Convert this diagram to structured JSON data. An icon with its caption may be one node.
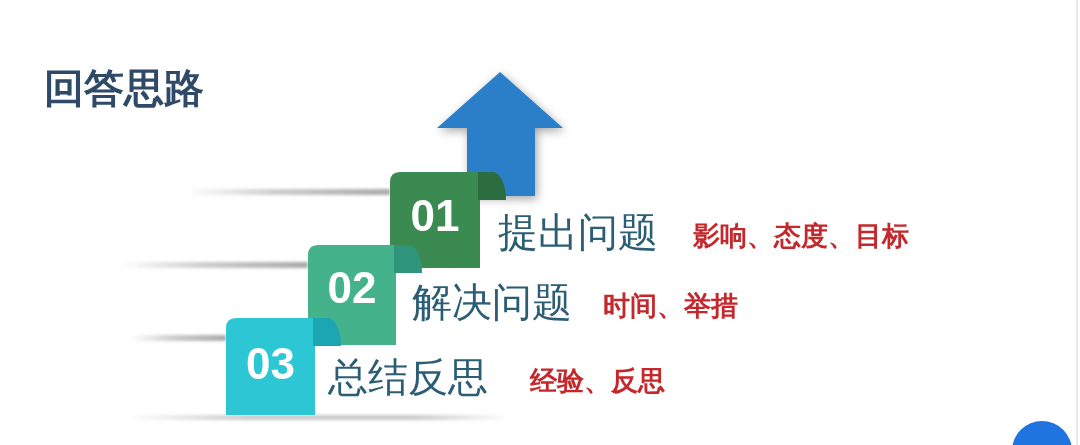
{
  "diagram": {
    "title": "回答思路",
    "nodes": [
      {
        "text": [
          "01"
        ],
        "beside": [
          "提出问题",
          "影响、态度、目标"
        ]
      },
      {
        "text": [
          "02"
        ],
        "beside": [
          "解决问题",
          "时间、举措"
        ]
      },
      {
        "text": [
          "03"
        ],
        "beside": [
          "总结反思",
          "经验、反思"
        ]
      }
    ]
  }
}
